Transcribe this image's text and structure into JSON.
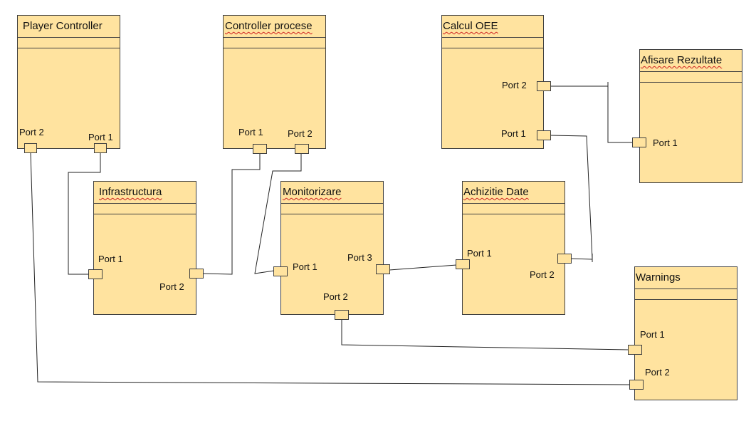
{
  "components": {
    "player_controller": {
      "title": "Player Controller",
      "port1": "Port 1",
      "port2": "Port 2"
    },
    "controller_procese": {
      "title": "Controller procese",
      "port1": "Port 1",
      "port2": "Port 2"
    },
    "calcul_oee": {
      "title": "Calcul OEE",
      "port1": "Port 1",
      "port2": "Port 2"
    },
    "afisare_rezultate": {
      "title": "Afisare Rezultate",
      "port1": "Port 1"
    },
    "infrastructura": {
      "title": "Infrastructura",
      "port1": "Port 1",
      "port2": "Port 2"
    },
    "monitorizare": {
      "title": "Monitorizare",
      "port1": "Port 1",
      "port2": "Port 2",
      "port3": "Port 3"
    },
    "achizitie_date": {
      "title": "Achizitie Date",
      "port1": "Port 1",
      "port2": "Port 2"
    },
    "warnings": {
      "title": "Warnings",
      "port1": "Port 1",
      "port2": "Port 2"
    }
  },
  "colors": {
    "box_fill": "#FFE39F",
    "border": "#404040",
    "wire": "#222222",
    "spellcheck_underline": "#d02020"
  }
}
